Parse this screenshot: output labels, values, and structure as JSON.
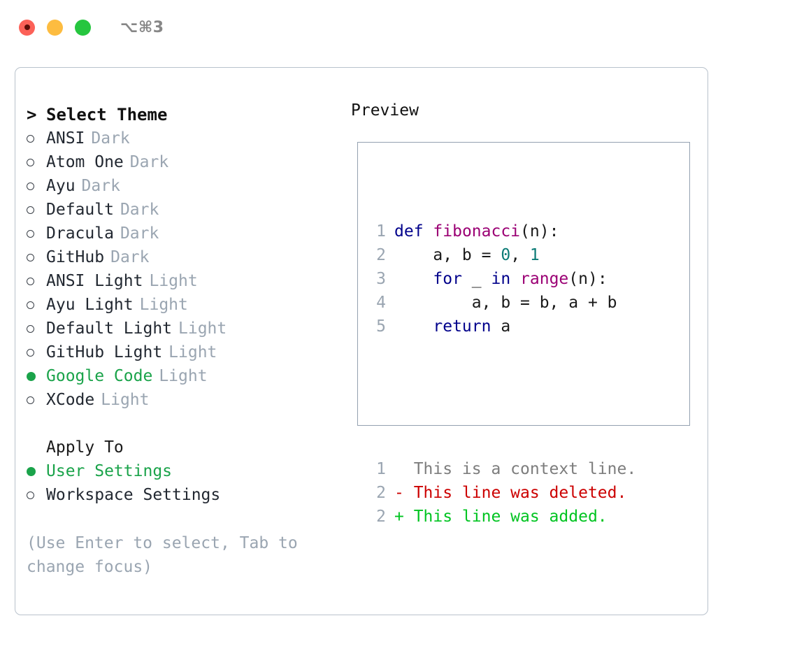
{
  "window": {
    "title": "⌥⌘3",
    "controls": [
      "close-button",
      "minimize-button",
      "zoom-button"
    ]
  },
  "colors": {
    "accent_green": "#1aa34a",
    "muted": "#9aa5b1",
    "border_panel": "#b9c2cc",
    "border_preview": "#93a1b0",
    "keyword": "#00008b",
    "function": "#9b0074",
    "number": "#0c7b76",
    "diff_added": "#00c421",
    "diff_deleted": "#cc0000",
    "diff_context": "#7d7d7d"
  },
  "theme_picker": {
    "header": "Select Theme",
    "header_marker": ">",
    "items": [
      {
        "name": "ANSI",
        "badge": "Dark",
        "selected": false
      },
      {
        "name": "Atom One",
        "badge": "Dark",
        "selected": false
      },
      {
        "name": "Ayu",
        "badge": "Dark",
        "selected": false
      },
      {
        "name": "Default",
        "badge": "Dark",
        "selected": false
      },
      {
        "name": "Dracula",
        "badge": "Dark",
        "selected": false
      },
      {
        "name": "GitHub",
        "badge": "Dark",
        "selected": false
      },
      {
        "name": "ANSI Light",
        "badge": "Light",
        "selected": false
      },
      {
        "name": "Ayu Light",
        "badge": "Light",
        "selected": false
      },
      {
        "name": "Default Light",
        "badge": "Light",
        "selected": false
      },
      {
        "name": "GitHub Light",
        "badge": "Light",
        "selected": false
      },
      {
        "name": "Google Code",
        "badge": "Light",
        "selected": true
      },
      {
        "name": "XCode",
        "badge": "Light",
        "selected": false
      }
    ]
  },
  "apply_to": {
    "header": "Apply To",
    "options": [
      {
        "name": "User Settings",
        "selected": true
      },
      {
        "name": "Workspace Settings",
        "selected": false
      }
    ]
  },
  "hint": "(Use Enter to select, Tab to change focus)",
  "preview": {
    "title": "Preview",
    "code_lines": [
      {
        "no": "1",
        "tokens": [
          {
            "t": "def",
            "c": "kw"
          },
          {
            "t": " ",
            "c": "pl"
          },
          {
            "t": "fibonacci",
            "c": "fn"
          },
          {
            "t": "(n):",
            "c": "pl"
          }
        ]
      },
      {
        "no": "2",
        "tokens": [
          {
            "t": "    a, b = ",
            "c": "pl"
          },
          {
            "t": "0",
            "c": "num"
          },
          {
            "t": ", ",
            "c": "pl"
          },
          {
            "t": "1",
            "c": "num"
          }
        ]
      },
      {
        "no": "3",
        "tokens": [
          {
            "t": "    ",
            "c": "pl"
          },
          {
            "t": "for",
            "c": "kw"
          },
          {
            "t": " _ ",
            "c": "pl"
          },
          {
            "t": "in",
            "c": "kw"
          },
          {
            "t": " ",
            "c": "pl"
          },
          {
            "t": "range",
            "c": "fn"
          },
          {
            "t": "(n):",
            "c": "pl"
          }
        ]
      },
      {
        "no": "4",
        "tokens": [
          {
            "t": "        a, b = b, a + b",
            "c": "pl"
          }
        ]
      },
      {
        "no": "5",
        "tokens": [
          {
            "t": "    ",
            "c": "pl"
          },
          {
            "t": "return",
            "c": "kw"
          },
          {
            "t": " a",
            "c": "pl"
          }
        ]
      }
    ],
    "diff_lines": [
      {
        "no": "1",
        "sign": " ",
        "text": " This is a context line.",
        "kind": "ctx"
      },
      {
        "no": "2",
        "sign": "-",
        "text": " This line was deleted.",
        "kind": "del"
      },
      {
        "no": "2",
        "sign": "+",
        "text": " This line was added.",
        "kind": "add"
      }
    ]
  }
}
